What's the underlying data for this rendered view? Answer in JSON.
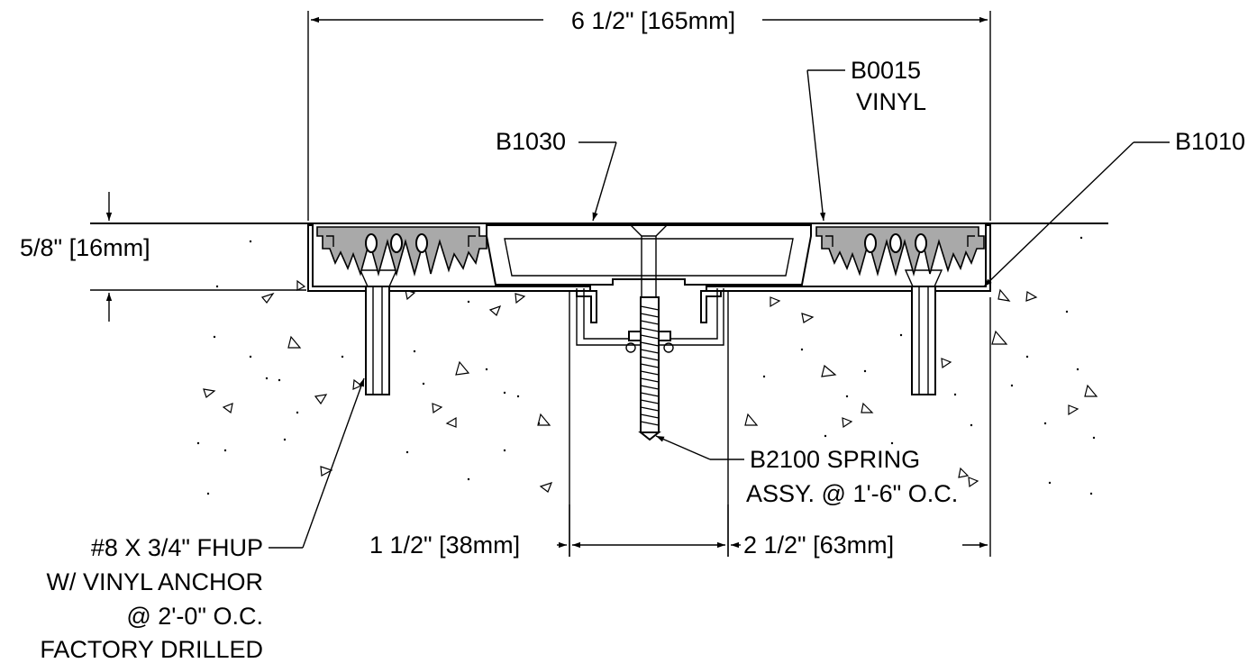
{
  "labels": {
    "overall_width": "6 1/2\" [165mm]",
    "cover_callout": "B1030",
    "seal_line1": "B0015",
    "seal_line2": "VINYL",
    "frame_callout": "B1010",
    "depth_dim": "5/8\" [16mm]",
    "spring_line1": "B2100 SPRING",
    "spring_line2": "ASSY. @ 1'-6\" O.C.",
    "gap_dim": "1 1/2\" [38mm]",
    "edge_dim": "2 1/2\" [63mm]",
    "anchor_line1": "#8 X 3/4\" FHUP",
    "anchor_line2": "W/ VINYL ANCHOR",
    "anchor_line3": "@ 2'-0\" O.C.",
    "anchor_line4": "FACTORY DRILLED"
  },
  "colors": {
    "line": "#000000",
    "vinyl_fill": "#a9a9a9",
    "background": "#ffffff"
  }
}
